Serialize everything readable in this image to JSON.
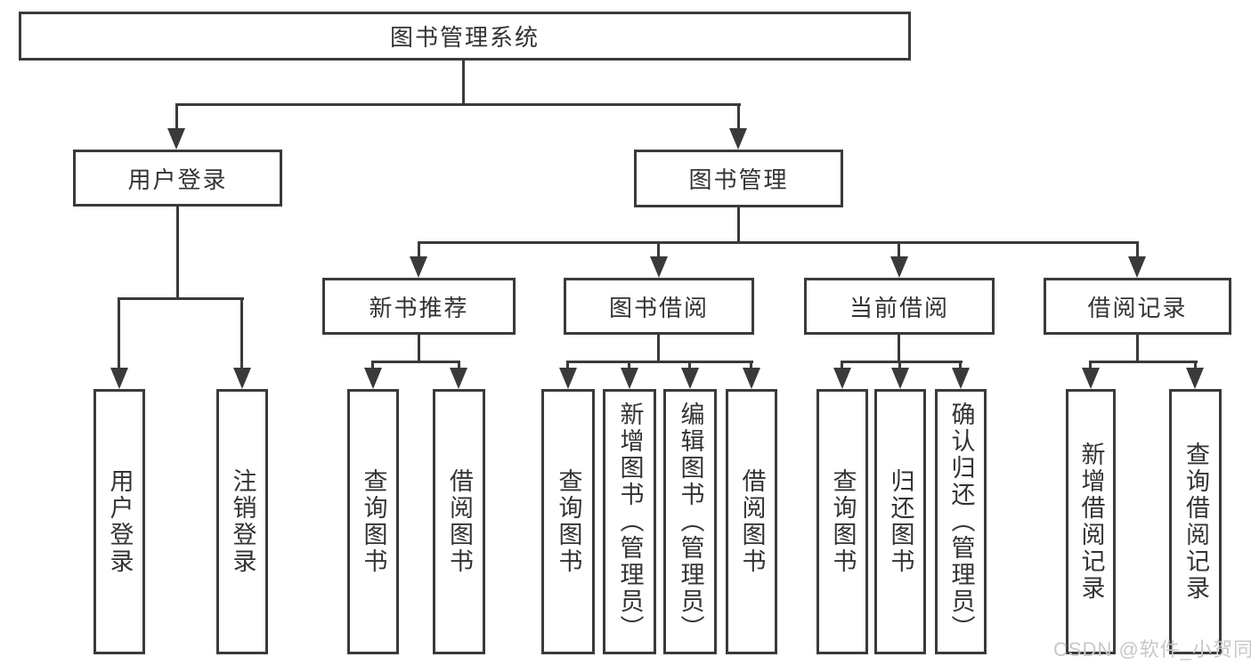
{
  "nodes": {
    "root": {
      "label": "图书管理系统"
    },
    "level1": [
      {
        "label": "用户登录"
      },
      {
        "label": "图书管理"
      }
    ],
    "level2": [
      {
        "label": "新书推荐"
      },
      {
        "label": "图书借阅"
      },
      {
        "label": "当前借阅"
      },
      {
        "label": "借阅记录"
      }
    ],
    "leaves": [
      {
        "label": "用户登录"
      },
      {
        "label": "注销登录"
      },
      {
        "label": "查询图书"
      },
      {
        "label": "借阅图书"
      },
      {
        "label": "查询图书"
      },
      {
        "label": "新增图书（管理员）"
      },
      {
        "label": "编辑图书（管理员）"
      },
      {
        "label": "借阅图书"
      },
      {
        "label": "查询图书"
      },
      {
        "label": "归还图书"
      },
      {
        "label": "确认归还（管理员）"
      },
      {
        "label": "新增借阅记录"
      },
      {
        "label": "查询借阅记录"
      }
    ]
  },
  "watermark": {
    "text": "CSDN @软件_小贺同学"
  },
  "colors": {
    "line": "#3a3a3a",
    "text": "#333333",
    "background": "#ffffff",
    "watermark": "#c8c8c8"
  }
}
